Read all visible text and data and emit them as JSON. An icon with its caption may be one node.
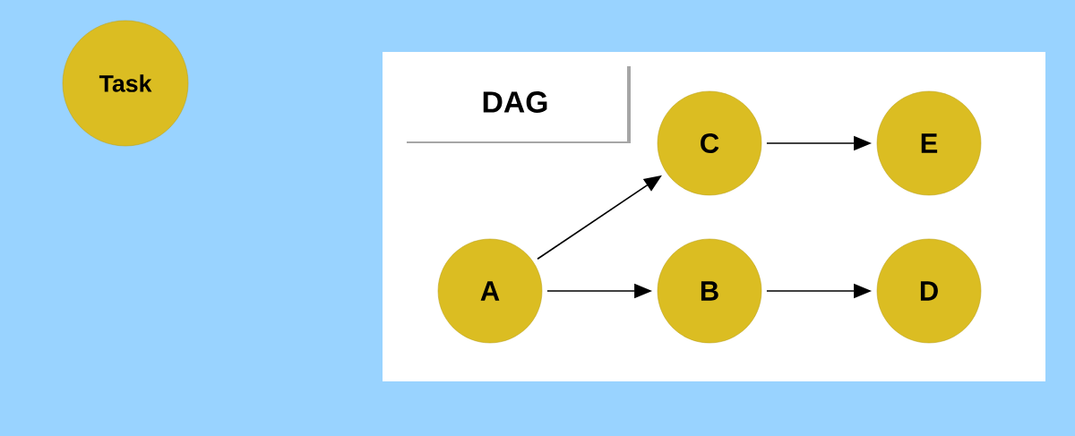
{
  "diagram": {
    "nodes": [
      {
        "text": [
          "Task"
        ]
      },
      {
        "text": [
          "DAG"
        ]
      },
      {
        "text": [
          "C"
        ]
      },
      {
        "text": [
          "E"
        ]
      },
      {
        "text": [
          "A"
        ]
      },
      {
        "text": [
          "B"
        ]
      },
      {
        "text": [
          "D"
        ]
      }
    ],
    "edges": [
      {
        "from": 4,
        "to": 2,
        "arrow": "to"
      },
      {
        "from": 4,
        "to": 5,
        "arrow": "to"
      },
      {
        "from": 2,
        "to": 3,
        "arrow": "to"
      },
      {
        "from": 5,
        "to": 6,
        "arrow": "to"
      }
    ]
  }
}
